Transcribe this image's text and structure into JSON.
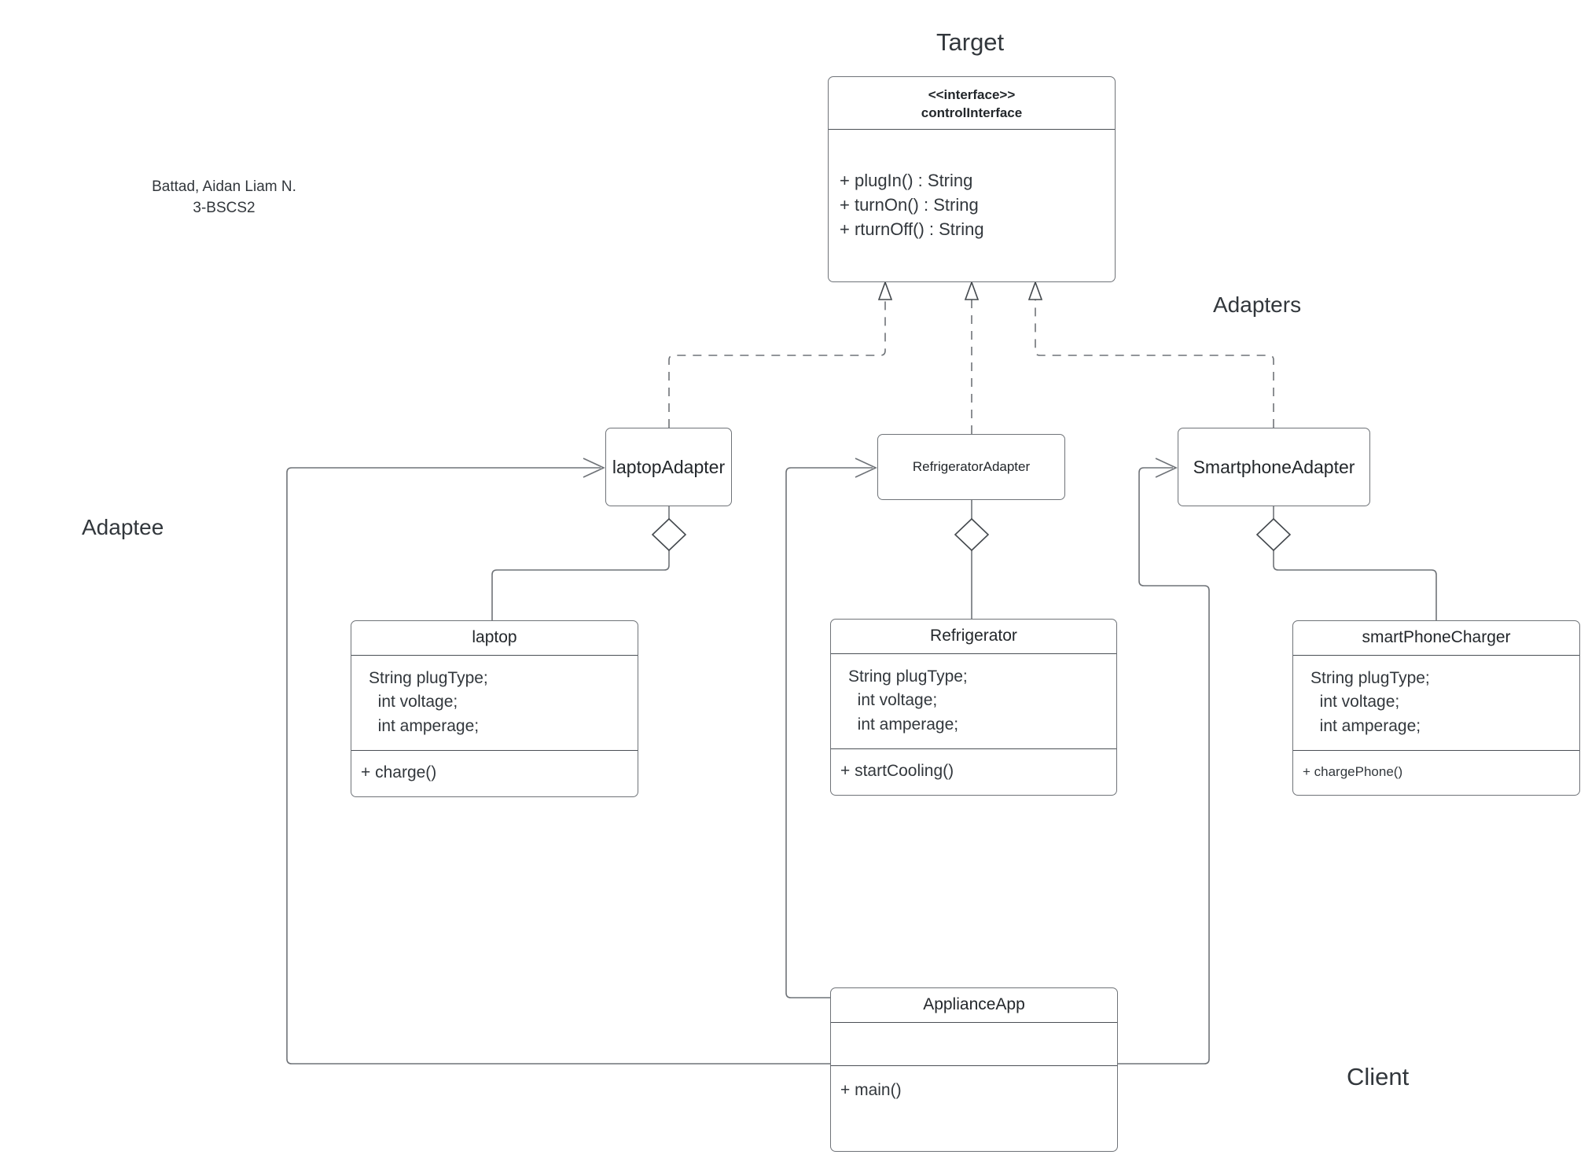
{
  "diagram": {
    "title_labels": {
      "target": "Target",
      "adapters": "Adapters",
      "adaptee": "Adaptee",
      "client": "Client"
    },
    "author": "Battad, Aidan Liam N.\n3-BSCS2",
    "stroke_color": "#6f7378",
    "text_color": "#32373c"
  },
  "interface": {
    "stereotype": "<<interface>>",
    "name": "controlInterface",
    "operations": "+ plugIn() : String\n+ turnOn() : String\n+ rturnOff() : String"
  },
  "adapters": [
    {
      "name": "laptopAdapter"
    },
    {
      "name": "RefrigeratorAdapter"
    },
    {
      "name": "SmartphoneAdapter"
    }
  ],
  "adaptees": [
    {
      "name": "laptop",
      "attributes": "String plugType;\n  int voltage;\n  int amperage;",
      "operations": "+ charge()"
    },
    {
      "name": "Refrigerator",
      "attributes": "String plugType;\n  int voltage;\n  int amperage;",
      "operations": "+ startCooling()"
    },
    {
      "name": "smartPhoneCharger",
      "attributes": "String plugType;\n  int voltage;\n  int amperage;",
      "operations": "+ chargePhone()"
    }
  ],
  "client": {
    "name": "ApplianceApp",
    "attributes": "",
    "operations": "+ main()"
  },
  "relationships": [
    {
      "type": "realization",
      "from": "laptopAdapter",
      "to": "controlInterface",
      "style": "dashed-hollow-triangle"
    },
    {
      "type": "realization",
      "from": "RefrigeratorAdapter",
      "to": "controlInterface",
      "style": "dashed-hollow-triangle"
    },
    {
      "type": "realization",
      "from": "SmartphoneAdapter",
      "to": "controlInterface",
      "style": "dashed-hollow-triangle"
    },
    {
      "type": "aggregation",
      "from": "laptopAdapter",
      "to": "laptop",
      "style": "hollow-diamond"
    },
    {
      "type": "aggregation",
      "from": "RefrigeratorAdapter",
      "to": "Refrigerator",
      "style": "hollow-diamond"
    },
    {
      "type": "aggregation",
      "from": "SmartphoneAdapter",
      "to": "smartPhoneCharger",
      "style": "hollow-diamond"
    },
    {
      "type": "association",
      "from": "ApplianceApp",
      "to": "laptopAdapter",
      "style": "open-arrow"
    },
    {
      "type": "association",
      "from": "ApplianceApp",
      "to": "RefrigeratorAdapter",
      "style": "open-arrow"
    },
    {
      "type": "association",
      "from": "ApplianceApp",
      "to": "SmartphoneAdapter",
      "style": "open-arrow"
    }
  ]
}
